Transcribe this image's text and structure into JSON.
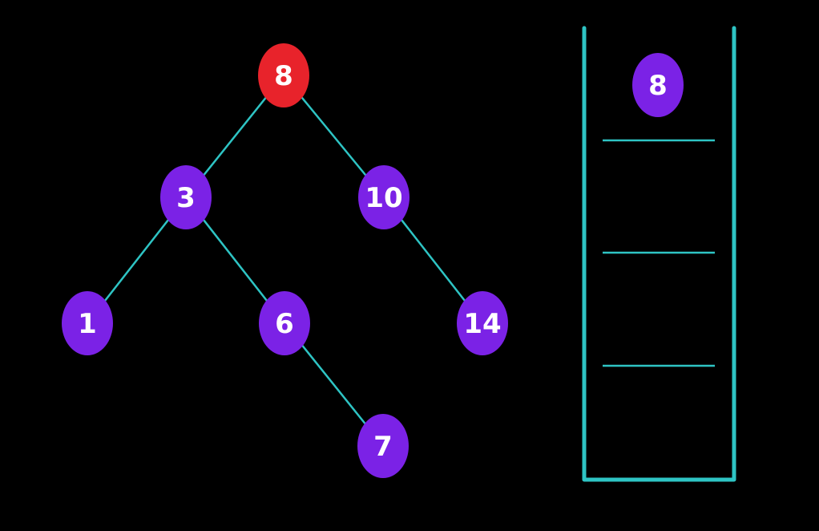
{
  "colors": {
    "background": "#000000",
    "edge": "#2ec4c4",
    "node_default": "#7b22e6",
    "node_highlight": "#e8232b",
    "text": "#ffffff"
  },
  "tree": {
    "nodes": [
      {
        "id": "n8",
        "label": "8",
        "highlighted": true
      },
      {
        "id": "n3",
        "label": "3",
        "highlighted": false
      },
      {
        "id": "n10",
        "label": "10",
        "highlighted": false
      },
      {
        "id": "n1",
        "label": "1",
        "highlighted": false
      },
      {
        "id": "n6",
        "label": "6",
        "highlighted": false
      },
      {
        "id": "n14",
        "label": "14",
        "highlighted": false
      },
      {
        "id": "n7",
        "label": "7",
        "highlighted": false
      }
    ],
    "edges": [
      {
        "from": "n8",
        "to": "n3"
      },
      {
        "from": "n8",
        "to": "n10"
      },
      {
        "from": "n3",
        "to": "n1"
      },
      {
        "from": "n3",
        "to": "n6"
      },
      {
        "from": "n10",
        "to": "n14"
      },
      {
        "from": "n6",
        "to": "n7"
      }
    ]
  },
  "stack": {
    "items": [
      "8"
    ],
    "slot_count": 4
  }
}
